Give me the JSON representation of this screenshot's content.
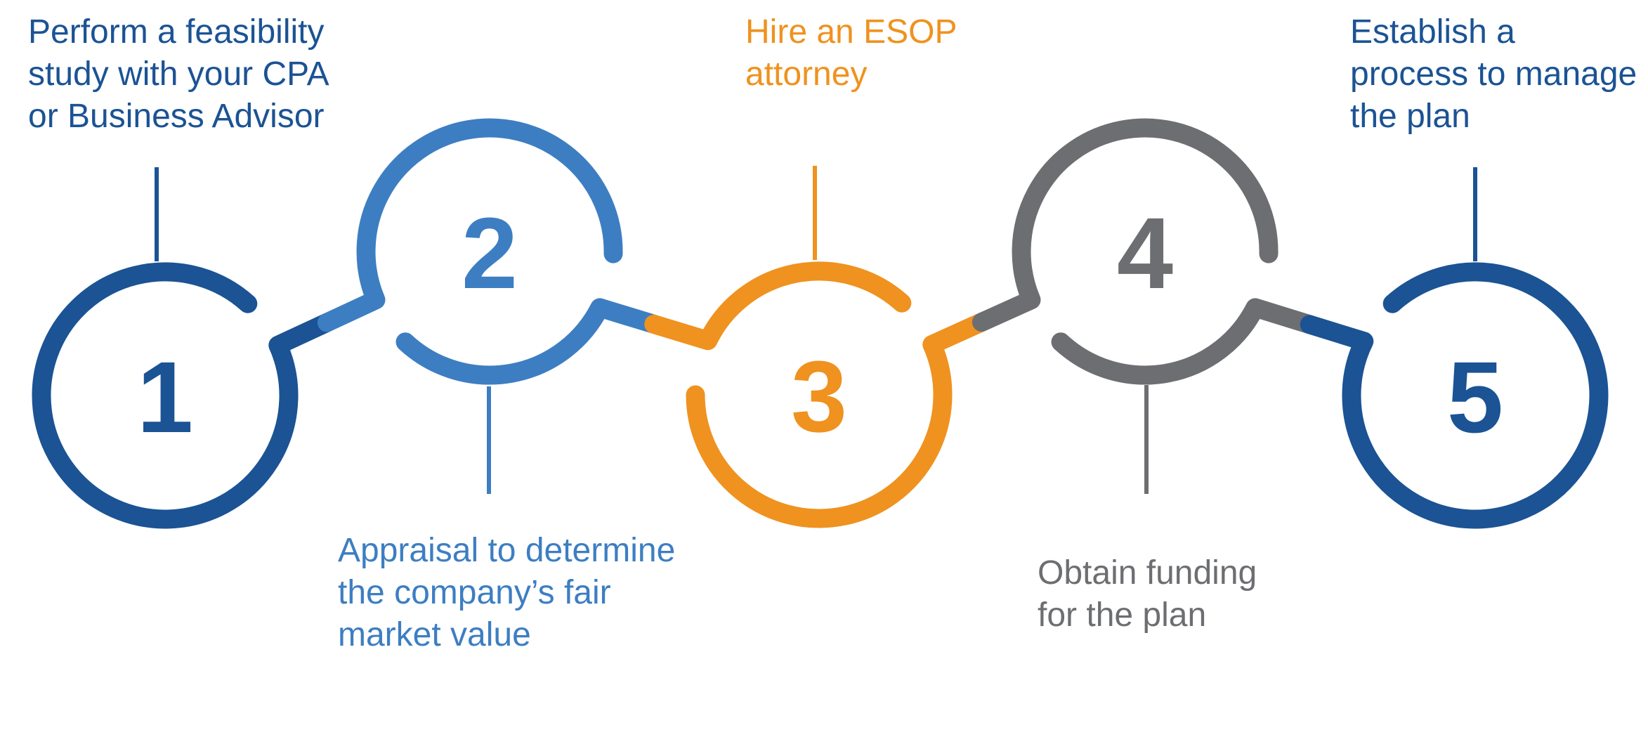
{
  "background": "#FFFFFF",
  "diagram_type": "process-steps",
  "steps": [
    {
      "number": "1",
      "label": "Perform a feasibility\nstudy with your CPA\nor Business Advisor",
      "color": "#1B5394",
      "label_position": "top"
    },
    {
      "number": "2",
      "label": "Appraisal to determine\nthe company’s fair\nmarket value",
      "color": "#3D7EC2",
      "label_position": "bottom"
    },
    {
      "number": "3",
      "label": "Hire an ESOP\nattorney",
      "color": "#EF921F",
      "label_position": "top"
    },
    {
      "number": "4",
      "label": "Obtain funding\nfor the plan",
      "color": "#6D6E71",
      "label_position": "bottom"
    },
    {
      "number": "5",
      "label": "Establish a\nprocess to manage\nthe plan",
      "color": "#1B5394",
      "label_position": "top"
    }
  ]
}
